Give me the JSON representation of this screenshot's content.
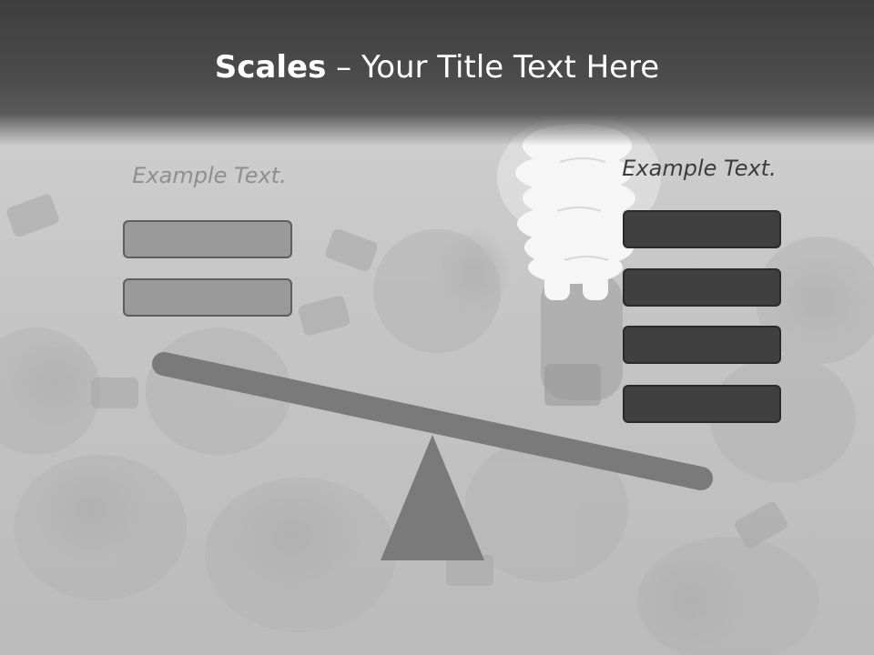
{
  "slide": {
    "title_bold": "Scales",
    "title_rest": " – Your Title Text Here",
    "left_label": "Example Text.",
    "right_label": "Example Text.",
    "left_boxes_count": 2,
    "right_boxes_count": 4
  },
  "colors": {
    "title_bar": "#4a4a4a",
    "beam": "#7a7a7a",
    "fulcrum": "#7a7a7a",
    "left_box_fill": "#9a9a9a",
    "right_box_fill": "#404040",
    "left_label": "#8f8f8f",
    "right_label": "#3c3c3c",
    "bulb": "#f4f4f4"
  },
  "icons": {
    "highlight": "glowing-spiral-bulb-icon",
    "background": "light-bulbs-background"
  }
}
